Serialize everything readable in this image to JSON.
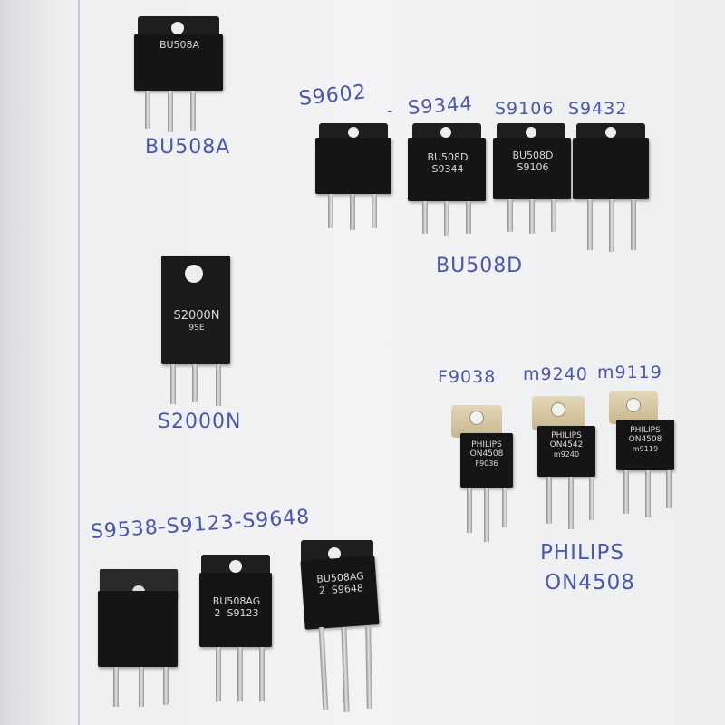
{
  "photo": {
    "handwritten_labels": {
      "top_left_label": "BU508A",
      "group1_codes": [
        "S9602",
        "S9344",
        "S9106",
        "S9432"
      ],
      "group1_label": "BU508D",
      "s2000_label": "S2000N",
      "philips_codes": [
        "F9038",
        "m9240",
        "m9119"
      ],
      "philips_label_line1": "PHILIPS",
      "philips_label_line2": "ON4508",
      "bottom_codes": "S9538-S9123-S9648"
    },
    "component_markings": {
      "bu508a_top": [
        "BU508A",
        ""
      ],
      "bu508d_1": [
        "BU508D",
        "S9344"
      ],
      "bu508d_2": [
        "BU508D",
        "S9106"
      ],
      "s2000n": [
        "S2000N",
        "9SE"
      ],
      "philips_1": [
        "PHILIPS",
        "ON4508",
        "F9036"
      ],
      "philips_2": [
        "PHILIPS",
        "ON4542",
        "m9240"
      ],
      "philips_3": [
        "PHILIPS",
        "ON4508",
        "m9119"
      ],
      "bu508ag_1": [
        "BU508AG",
        "2",
        "S9123"
      ],
      "bu508ag_2": [
        "BU508AG",
        "2",
        "S9648"
      ]
    }
  }
}
